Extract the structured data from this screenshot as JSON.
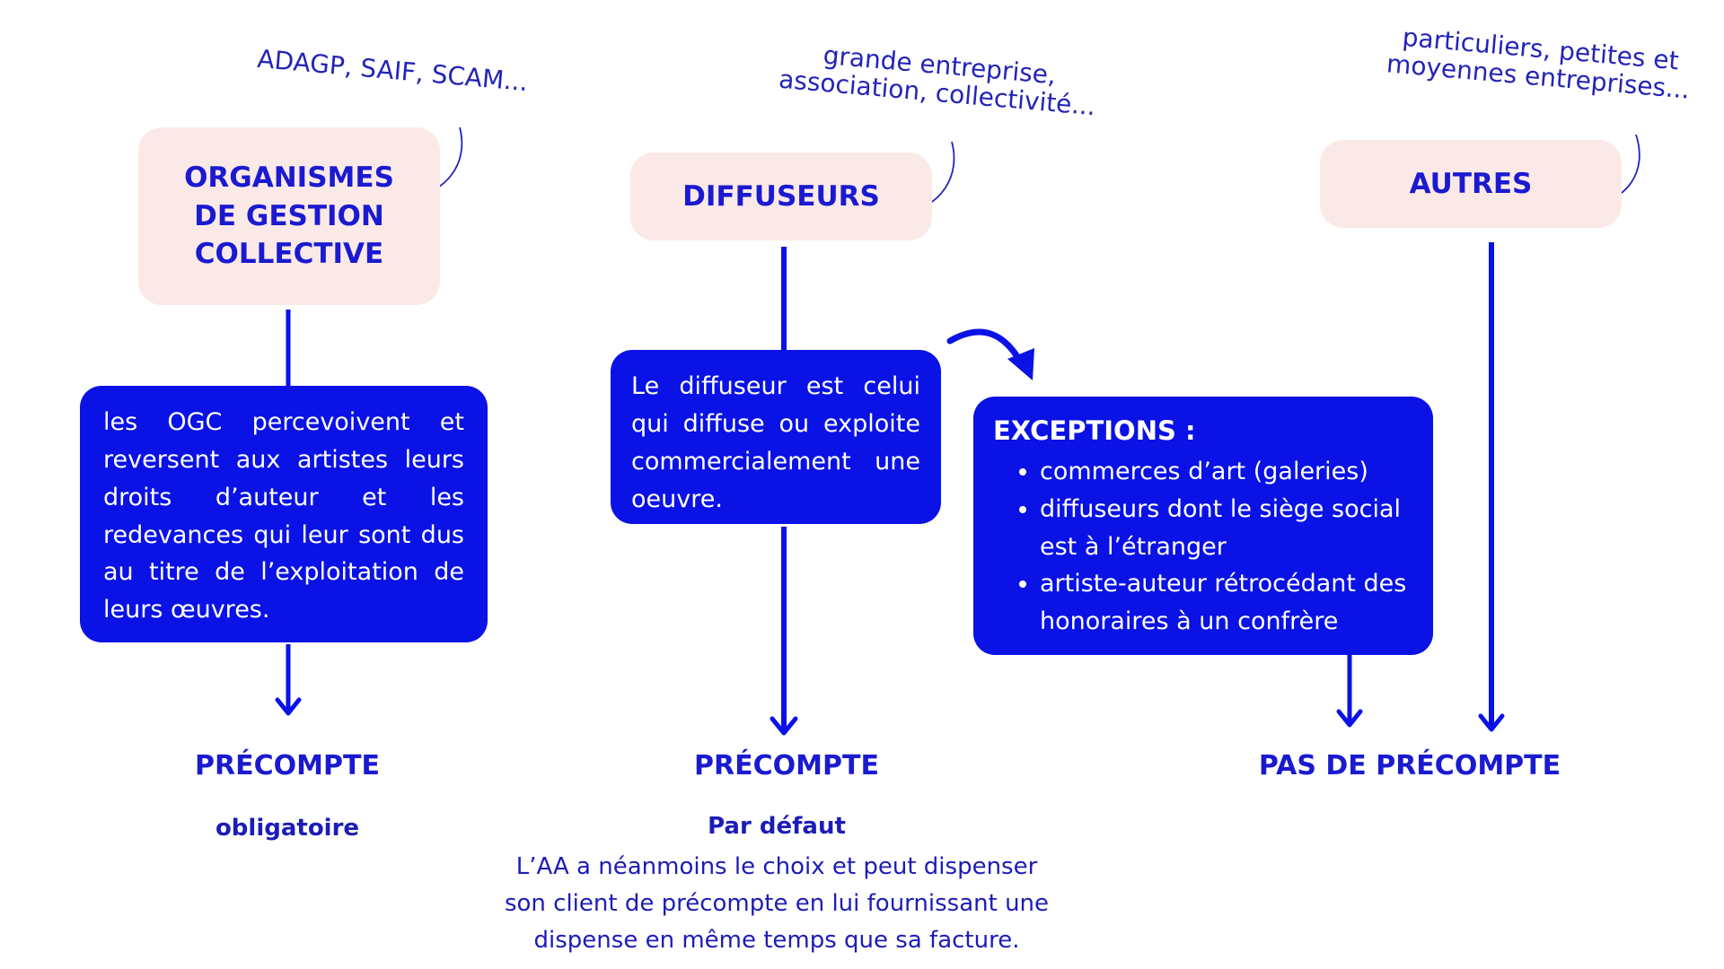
{
  "columns": [
    {
      "note": "ADAGP, SAIF, SCAM...",
      "header": [
        "ORGANISMES",
        "DE GESTION",
        "COLLECTIVE"
      ],
      "description": "les OGC percevoivent et reversent aux artistes leurs droits d’auteur et les redevances qui leur sont dus au titre de l’exploitation de leurs œuvres.",
      "result": "PRÉCOMPTE",
      "result_detail": "obligatoire"
    },
    {
      "note": [
        "grande entreprise,",
        "association, collectivité..."
      ],
      "header": "DIFFUSEURS",
      "description": "Le diffuseur est celui qui diffuse ou exploite commercialement une oeuvre.",
      "result": "PRÉCOMPTE",
      "result_detail": "Par défaut",
      "result_explanation": [
        "L’AA a néanmoins le choix et peut dispenser",
        "son client de précompte en lui fournissant une",
        "dispense en même temps que sa facture."
      ]
    },
    {
      "note": [
        "particuliers, petites et",
        "moyennes entreprises..."
      ],
      "header": "AUTRES",
      "result": "PAS DE PRÉCOMPTE"
    }
  ],
  "exceptions": {
    "title": "EXCEPTIONS :",
    "items": [
      "commerces d’art (galeries)",
      "diffuseurs dont le siège social est à l’étranger",
      "artiste-auteur rétrocédant des honoraires à un confrère"
    ]
  },
  "colors": {
    "primary_blue": "#0a12e6",
    "pink_box": "#fbe9e8",
    "text_blue": "#1a1ad0"
  }
}
